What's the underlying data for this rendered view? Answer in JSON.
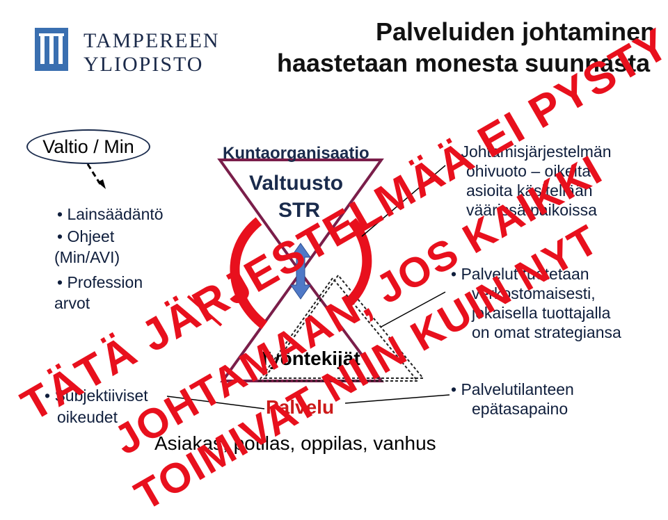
{
  "logo": {
    "line1": "TAMPEREEN",
    "line2": "YLIOPISTO"
  },
  "title": {
    "line1": "Palveluiden johtaminen",
    "line2": "haastetaan monesta suunnasta"
  },
  "left": {
    "oval_label": "Valtio / Min",
    "bullets": [
      "Lainsäädäntö",
      "Ohjeet",
      "(Min/AVI)",
      "Profession",
      "arvot"
    ],
    "bottom_bullet": [
      "Subjektiiviset",
      "oikeudet"
    ]
  },
  "center": {
    "org": "Kuntaorganisaatio",
    "council": "Valtuusto",
    "board": "STR",
    "workers": "Työntekijät",
    "service": "Palvelu",
    "customers": "Asiakas, potilas, oppilas, vanhus"
  },
  "right": {
    "b1": [
      "Johtamisjärjestelmän",
      "ohivuoto – oikeita",
      "asioita käsitellään",
      "väärissä paikoissa"
    ],
    "b2": [
      "Palvelut tuotetaan",
      "verkostomaisesti,",
      "jokaisella tuottajalla",
      "on omat strategiansa"
    ],
    "b3": [
      "Palvelutilanteen",
      "epätasapaino"
    ]
  },
  "watermark": {
    "line1": "TÄTÄ JÄRJESTELMÄÄ EI PYSTY",
    "line2": "JOHTAMAAN, JOS KAIKKI",
    "line3": "TOIMIVAT NIIN KUIN NYT",
    "color": "#e8101d"
  },
  "colors": {
    "navy": "#1a2b4c",
    "red": "#e8101d",
    "arrow_blue": "#4f79c7",
    "triangle": "#7a1e4a"
  }
}
